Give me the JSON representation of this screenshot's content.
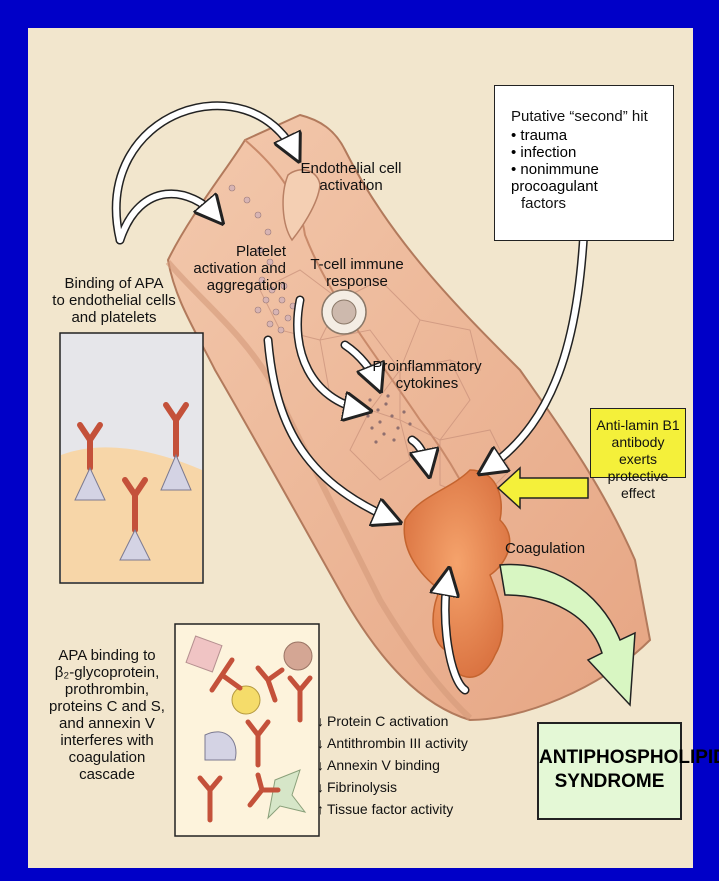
{
  "labels": {
    "endothelial": [
      "Endothelial cell",
      "activation"
    ],
    "platelet": [
      "Platelet",
      "activation and",
      "aggregation"
    ],
    "binding": [
      "Binding of APA",
      "to endothelial cells",
      "and platelets"
    ],
    "tcell": [
      "T-cell immune",
      "response"
    ],
    "proinflammatory": [
      "Proinflammatory",
      "cytokines"
    ],
    "coagulation": "Coagulation",
    "apa_binding": [
      "APA binding to",
      "β₂-glycoprotein,",
      "prothrombin,",
      "proteins C and S,",
      "and annexin V",
      "interferes with",
      "coagulation cascade"
    ]
  },
  "second_hit": {
    "title": "Putative “second” hit",
    "items": [
      "trauma",
      "infection",
      "nonimmune procoagulant",
      "factors"
    ]
  },
  "anti_lamin": [
    "Anti-lamin B1",
    "antibody exerts",
    "protective effect"
  ],
  "effects": [
    {
      "dir": "↓",
      "text": "Protein C activation"
    },
    {
      "dir": "↓",
      "text": "Antithrombin III activity"
    },
    {
      "dir": "↓",
      "text": "Annexin V binding"
    },
    {
      "dir": "↓",
      "text": "Fibrinolysis"
    },
    {
      "dir": "↑",
      "text": "Tissue factor activity"
    }
  ],
  "syndrome": [
    "ANTIPHOSPHOLIPID",
    "SYNDROME"
  ],
  "colors": {
    "background": "#0000c8",
    "panel": "#f2e6cd",
    "vessel": "#ecb596",
    "clot": "#e58a55",
    "yellow_box": "#f4f03a",
    "green_arrow": "#d8f6c2",
    "antibody": "#c4513a"
  }
}
